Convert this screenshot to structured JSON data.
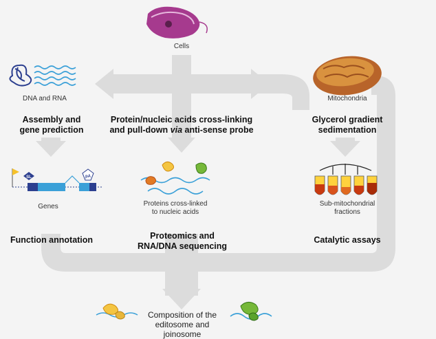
{
  "cells": {
    "label": "Cells"
  },
  "dna_rna": {
    "label": "DNA and RNA"
  },
  "mito": {
    "label": "Mitochondria"
  },
  "col1": {
    "heading_line1": "Assembly and",
    "heading_line2": "gene prediction",
    "sub_label": "Genes",
    "bottom_heading": "Function annotation"
  },
  "col2": {
    "heading_line1": "Protein/nucleic acids cross-linking",
    "heading_line2_pre": "and pull-down ",
    "heading_line2_italic": "via",
    "heading_line2_post": " anti-sense probe",
    "sub_label_line1": "Proteins cross-linked",
    "sub_label_line2": "to nucleic acids",
    "bottom_heading_line1": "Proteomics and",
    "bottom_heading_line2": "RNA/DNA sequencing"
  },
  "col3": {
    "heading_line1": "Glycerol gradient",
    "heading_line2": "sedimentation",
    "sub_label_line1": "Sub-mitochondrial",
    "sub_label_line2": "fractions",
    "bottom_heading": "Catalytic assays"
  },
  "final": {
    "line1": "Composition of the",
    "line2": "editosome and joinosome"
  },
  "gene_tags": {
    "sl": "SL",
    "pa": "pA"
  },
  "colors": {
    "arrow": "#dcdcdc",
    "dna": "#2c3f8f",
    "rna": "#3aa0d8",
    "mito_outer": "#b8642a",
    "tube_top": "#ffd23d",
    "tube_bottom": "#c83a10"
  }
}
